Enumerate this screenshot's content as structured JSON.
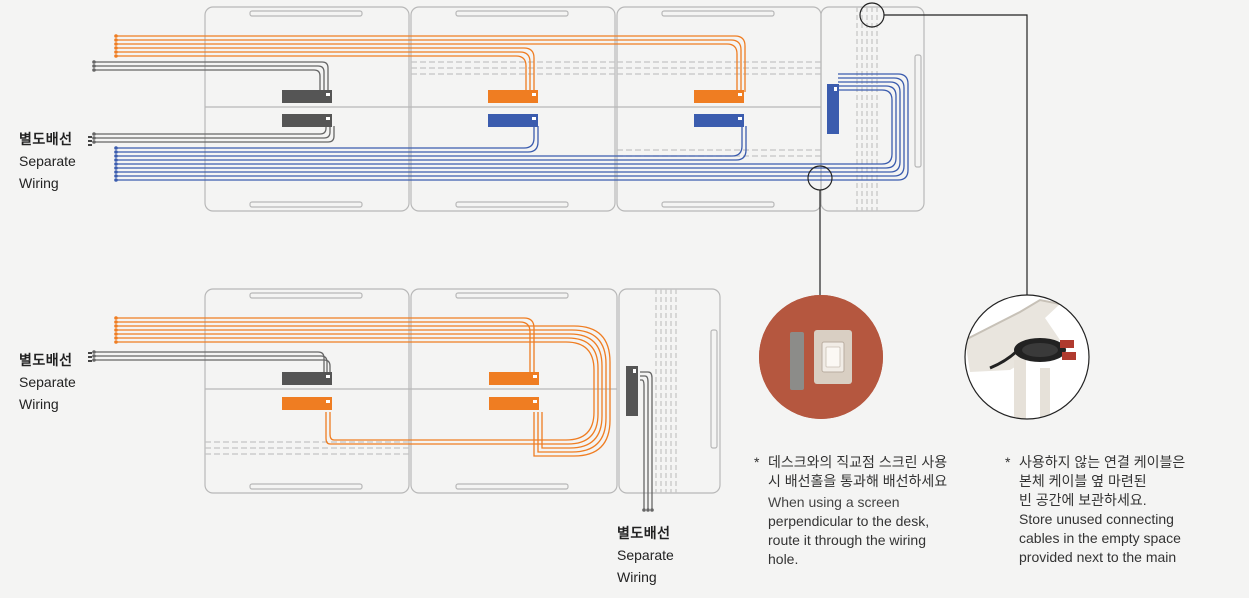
{
  "labels": {
    "separate_ko": "별도배선",
    "separate_en_1": "Separate",
    "separate_en_2": "Wiring"
  },
  "notes": {
    "left": {
      "star": "*",
      "ko_1": "데스크와의 직교점 스크린 사용",
      "ko_2": "시 배선홀을 통과해 배선하세요",
      "en_1": "When using a screen",
      "en_2": "perpendicular to the desk,",
      "en_3": "route it through the wiring",
      "en_4": "hole."
    },
    "right": {
      "star": "*",
      "ko_1": "사용하지 않는 연결 케이블은",
      "ko_2": "본체 케이블 옆 마련된",
      "ko_3": "빈 공간에 보관하세요.",
      "en_1": "Store unused connecting",
      "en_2": "cables in the empty space",
      "en_3": "provided next to the main"
    }
  },
  "colors": {
    "orange": "#ef7d22",
    "blue": "#3b5cae",
    "dark_gray": "#555555",
    "outline": "#b8b8b8",
    "background": "#f4f4f3",
    "terracotta": "#b5573f"
  }
}
